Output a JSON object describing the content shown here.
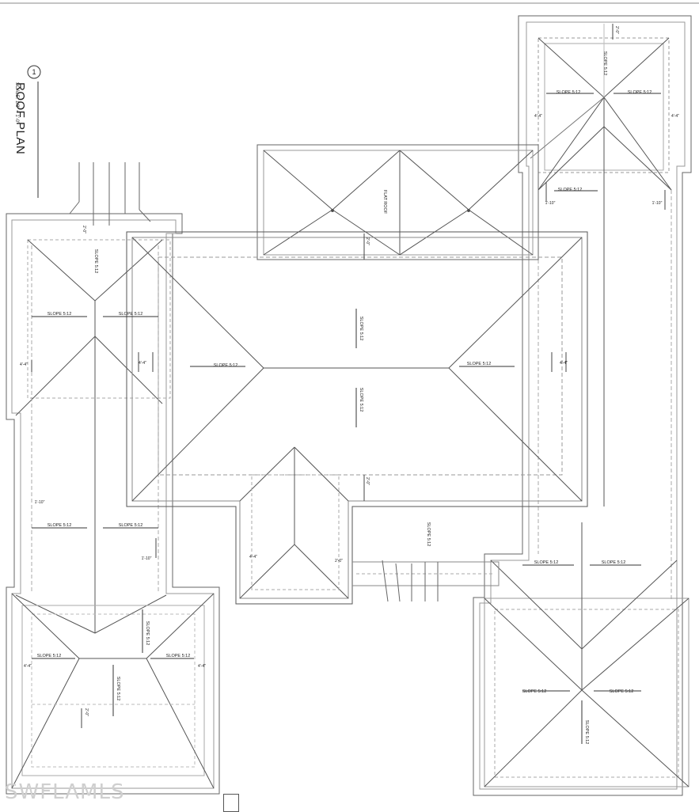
{
  "drawing": {
    "number": "1",
    "title": "ROOF PLAN",
    "scale": "SCALE: 1/8\" = 1'-0\""
  },
  "slope_labels": [
    {
      "text": "SLOPE 5:12",
      "name": "slope-label-ne-wing-top"
    },
    {
      "text": "SLOPE 5:12",
      "name": "slope-label-ne-wing-left"
    },
    {
      "text": "SLOPE 5:12",
      "name": "slope-label-ne-wing-right"
    },
    {
      "text": "SLOPE 5:12",
      "name": "slope-label-center-ne"
    },
    {
      "text": "FLAT ROOF",
      "name": "flat-roof-label"
    },
    {
      "text": "SLOPE 5:12",
      "name": "slope-label-west-top"
    },
    {
      "text": "SLOPE 5:12",
      "name": "slope-label-west-left"
    },
    {
      "text": "SLOPE 5:12",
      "name": "slope-label-west-right"
    },
    {
      "text": "SLOPE 5:12",
      "name": "slope-label-main-top"
    },
    {
      "text": "SLOPE 5:12",
      "name": "slope-label-main-left"
    },
    {
      "text": "SLOPE 5:12",
      "name": "slope-label-main-right"
    },
    {
      "text": "SLOPE 5:12",
      "name": "slope-label-main-bottom"
    },
    {
      "text": "SLOPE 5:12",
      "name": "slope-label-west-mid-left"
    },
    {
      "text": "SLOPE 5:12",
      "name": "slope-label-west-mid-right"
    },
    {
      "text": "SLOPE 5:12",
      "name": "slope-label-entry"
    },
    {
      "text": "SLOPE 5:12",
      "name": "slope-label-east-mid-left"
    },
    {
      "text": "SLOPE 5:12",
      "name": "slope-label-east-mid-right"
    },
    {
      "text": "SLOPE 5:12",
      "name": "slope-label-sw-top"
    },
    {
      "text": "SLOPE 5:12",
      "name": "slope-label-sw-left"
    },
    {
      "text": "SLOPE 5:12",
      "name": "slope-label-sw-right"
    },
    {
      "text": "SLOPE 5:12",
      "name": "slope-label-sw-bottom"
    },
    {
      "text": "SLOPE 5:12",
      "name": "slope-label-se-left"
    },
    {
      "text": "SLOPE 5:12",
      "name": "slope-label-se-right"
    },
    {
      "text": "SLOPE 5:12",
      "name": "slope-label-se-bottom"
    }
  ],
  "dimensions": {
    "overhang_2": "2'-0\"",
    "overhang_4": "4'-4\"",
    "overhang_1": "1'-10\""
  },
  "watermark": "SWFLAMLS"
}
